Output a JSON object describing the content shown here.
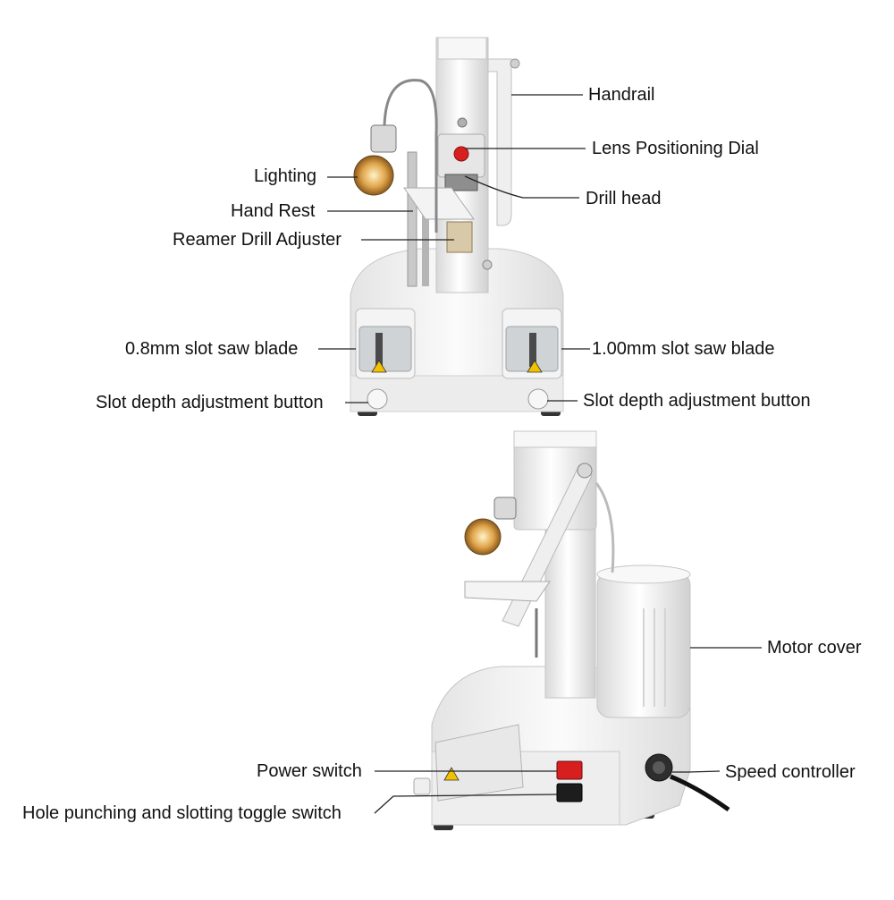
{
  "top_machine": {
    "labels": {
      "handrail": "Handrail",
      "lens_positioning_dial": "Lens Positioning Dial",
      "lighting": "Lighting",
      "drill_head": "Drill head",
      "hand_rest": "Hand Rest",
      "reamer_drill_adjuster": "Reamer Drill Adjuster",
      "slot_saw_blade_left": "0.8mm slot saw blade",
      "slot_saw_blade_right": "1.00mm slot saw blade",
      "slot_depth_button_left": "Slot depth adjustment button",
      "slot_depth_button_right": "Slot depth adjustment button"
    }
  },
  "bottom_machine": {
    "labels": {
      "motor_cover": "Motor cover",
      "power_switch": "Power switch",
      "speed_controller": "Speed controller",
      "toggle_switch": "Hole punching and slotting toggle switch"
    }
  },
  "colors": {
    "machine_body": "#f2f2f2",
    "machine_shadow": "#cfcfcf",
    "red_switch": "#d81f1f",
    "warning_yellow": "#f2c200",
    "lamp_amber": "#d99a3a"
  }
}
